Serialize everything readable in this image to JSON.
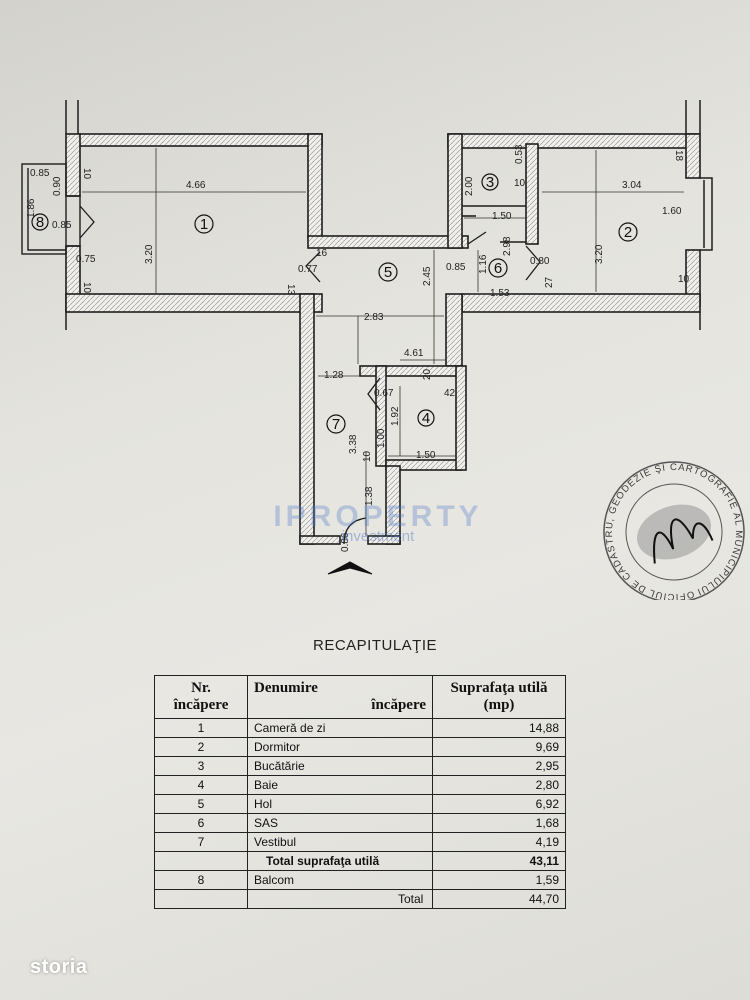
{
  "plan": {
    "rooms": [
      {
        "num": "1"
      },
      {
        "num": "2"
      },
      {
        "num": "3"
      },
      {
        "num": "4"
      },
      {
        "num": "5"
      },
      {
        "num": "6"
      },
      {
        "num": "7"
      },
      {
        "num": "8"
      }
    ],
    "dims": {
      "d466": "4.66",
      "d320a": "3.20",
      "d10a": "10",
      "d10b": "10",
      "d13": "13",
      "d077": "0.77",
      "d16": "16",
      "d085a": "0.85",
      "d090": "0.90",
      "d186": "1.86",
      "d085b": "0.85",
      "d075": "0.75",
      "d200": "2.00",
      "d053": "0.53",
      "d10c": "10",
      "d150a": "1.50",
      "d304": "3.04",
      "d18": "18",
      "d160": "1.60",
      "d320b": "3.20",
      "d10d": "10",
      "d080": "0.80",
      "d27": "27",
      "d245": "2.45",
      "d085c": "0.85",
      "d298": "2.98",
      "d116": "1.16",
      "d153": "1.53",
      "d283": "2.83",
      "d461": "4.61",
      "d128": "1.28",
      "d067": "0.67",
      "d20": "20",
      "d42": "42",
      "d192": "1.92",
      "d100": "1.00",
      "d150b": "1.50",
      "d338": "3.38",
      "d10e": "10",
      "d138": "1.38",
      "d086": "0.86"
    }
  },
  "watermark": {
    "brand": "IPROPERTY",
    "sub": "investment"
  },
  "stamp": {
    "text": "OFICIUL DE CADASTRU, GEODEZIE ŞI CARTOGRAFIE AL MUNICIPIULUI BUCUREŞTI"
  },
  "recap": {
    "title": "RECAPITULAŢIE",
    "headers": {
      "h1a": "Nr.",
      "h1b": "încăpere",
      "h2a": "Denumire",
      "h2b": "încăpere",
      "h3a": "Suprafaţa utilă",
      "h3b": "(mp)"
    },
    "rows": [
      {
        "nr": "1",
        "name": "Cameră de zi",
        "area": "14,88"
      },
      {
        "nr": "2",
        "name": "Dormitor",
        "area": "9,69"
      },
      {
        "nr": "3",
        "name": "Bucătărie",
        "area": "2,95"
      },
      {
        "nr": "4",
        "name": "Baie",
        "area": "2,80"
      },
      {
        "nr": "5",
        "name": "Hol",
        "area": "6,92"
      },
      {
        "nr": "6",
        "name": "SAS",
        "area": "1,68"
      },
      {
        "nr": "7",
        "name": "Vestibul",
        "area": "4,19"
      }
    ],
    "subtotal": {
      "label": "Total suprafaţa utilă",
      "area": "43,11"
    },
    "balcony": {
      "nr": "8",
      "name": "Balcom",
      "area": "1,59"
    },
    "total": {
      "label": "Total",
      "area": "44,70"
    }
  },
  "footer": {
    "brand": "storia"
  }
}
